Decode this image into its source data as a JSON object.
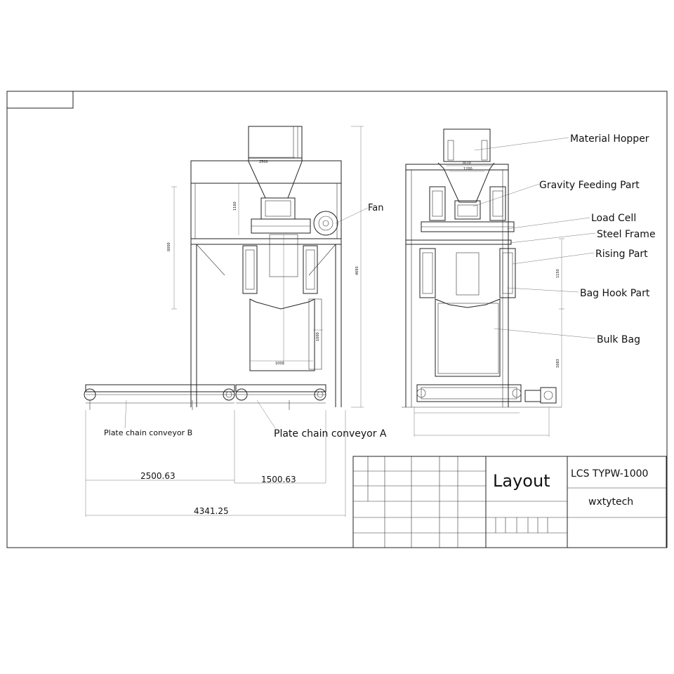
{
  "left_view": {
    "dimensions": {
      "width_top": "2500",
      "hopper_height": "1160",
      "total_height": "4693",
      "bag_width": "1000",
      "side_dim": "0000",
      "bag_dim": "1000"
    },
    "callouts": {
      "fan": "Fan"
    }
  },
  "right_view": {
    "dimensions": {
      "width_top": "2070",
      "width_inner": "1200",
      "rise": "1150",
      "base_height": "1683"
    },
    "callouts": {
      "material_hopper": "Material Hopper",
      "gravity_feeding": "Gravity Feeding Part",
      "load_cell": "Load Cell",
      "steel_frame": "Steel Frame",
      "rising_part": "Rising Part",
      "bag_hook": "Bag Hook Part",
      "bulk_bag": "Bulk Bag"
    }
  },
  "conveyors": {
    "conveyor_b": "Plate chain conveyor B",
    "conveyor_a": "Plate chain conveyor A",
    "dim_b": "2500.63",
    "dim_a": "1500.63",
    "dim_total": "4341.25"
  },
  "title_block": {
    "title": "Layout",
    "model": "LCS TYPW-1000",
    "company": "wxtytech"
  }
}
